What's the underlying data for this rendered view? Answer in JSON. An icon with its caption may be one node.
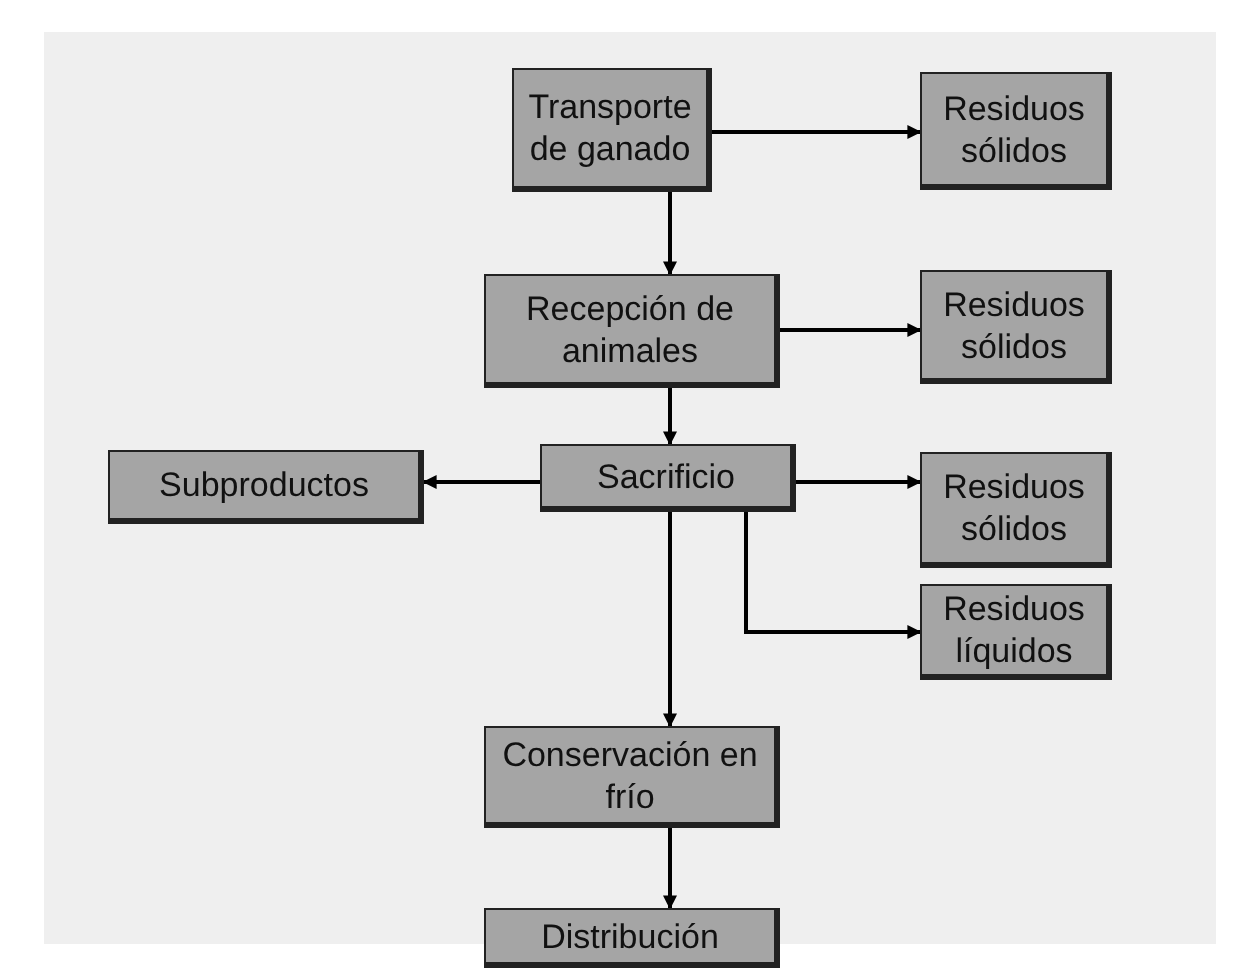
{
  "diagram": {
    "nodes": [
      {
        "text": [
          "Transporte de ganado"
        ]
      },
      {
        "text": [
          "Residuos sólidos"
        ]
      },
      {
        "text": [
          "Recepción de animales"
        ]
      },
      {
        "text": [
          "Residuos sólidos"
        ]
      },
      {
        "text": [
          "Subproductos"
        ]
      },
      {
        "text": [
          "Sacrificio"
        ]
      },
      {
        "text": [
          "Residuos sólidos"
        ]
      },
      {
        "text": [
          "Residuos líquidos"
        ]
      },
      {
        "text": [
          "Conservación en frío"
        ]
      },
      {
        "text": [
          "Distribución"
        ]
      }
    ],
    "edges": [
      {
        "from": 0,
        "to": 1,
        "arrow": "to"
      },
      {
        "from": 0,
        "to": 2,
        "arrow": "to"
      },
      {
        "from": 2,
        "to": 3,
        "arrow": "to"
      },
      {
        "from": 2,
        "to": 5,
        "arrow": "to"
      },
      {
        "from": 5,
        "to": 4,
        "arrow": "to"
      },
      {
        "from": 5,
        "to": 6,
        "arrow": "to"
      },
      {
        "from": 5,
        "to": 7,
        "arrow": "to"
      },
      {
        "from": 5,
        "to": 8,
        "arrow": "to"
      },
      {
        "from": 8,
        "to": 9,
        "arrow": "to"
      }
    ]
  }
}
